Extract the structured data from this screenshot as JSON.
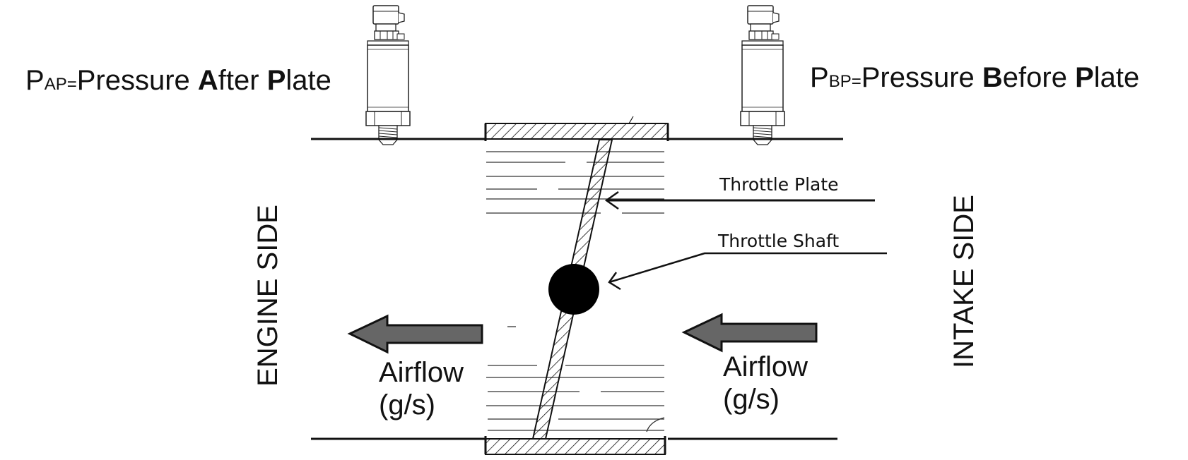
{
  "labels": {
    "pap": {
      "symbol": "P",
      "subscript": "AP",
      "equals": "=",
      "word1": "Pressure ",
      "bold1": "A",
      "rest1": "fter ",
      "bold2": "P",
      "rest2": "late"
    },
    "pbp": {
      "symbol": "P",
      "subscript": "BP",
      "equals": "=",
      "word1": "Pressure ",
      "bold1": "B",
      "rest1": "efore ",
      "bold2": "P",
      "rest2": "late"
    },
    "throttle_plate": "Throttle Plate",
    "throttle_shaft": "Throttle Shaft",
    "engine_side": "ENGINE SIDE",
    "intake_side": "INTAKE SIDE",
    "airflow_left": {
      "line1": "Airflow",
      "line2": "(g/s)"
    },
    "airflow_right": {
      "line1": "Airflow",
      "line2": "(g/s)"
    }
  },
  "colors": {
    "line": "#111111",
    "arrow_fill": "#666666",
    "sensor_stroke": "#222222"
  }
}
